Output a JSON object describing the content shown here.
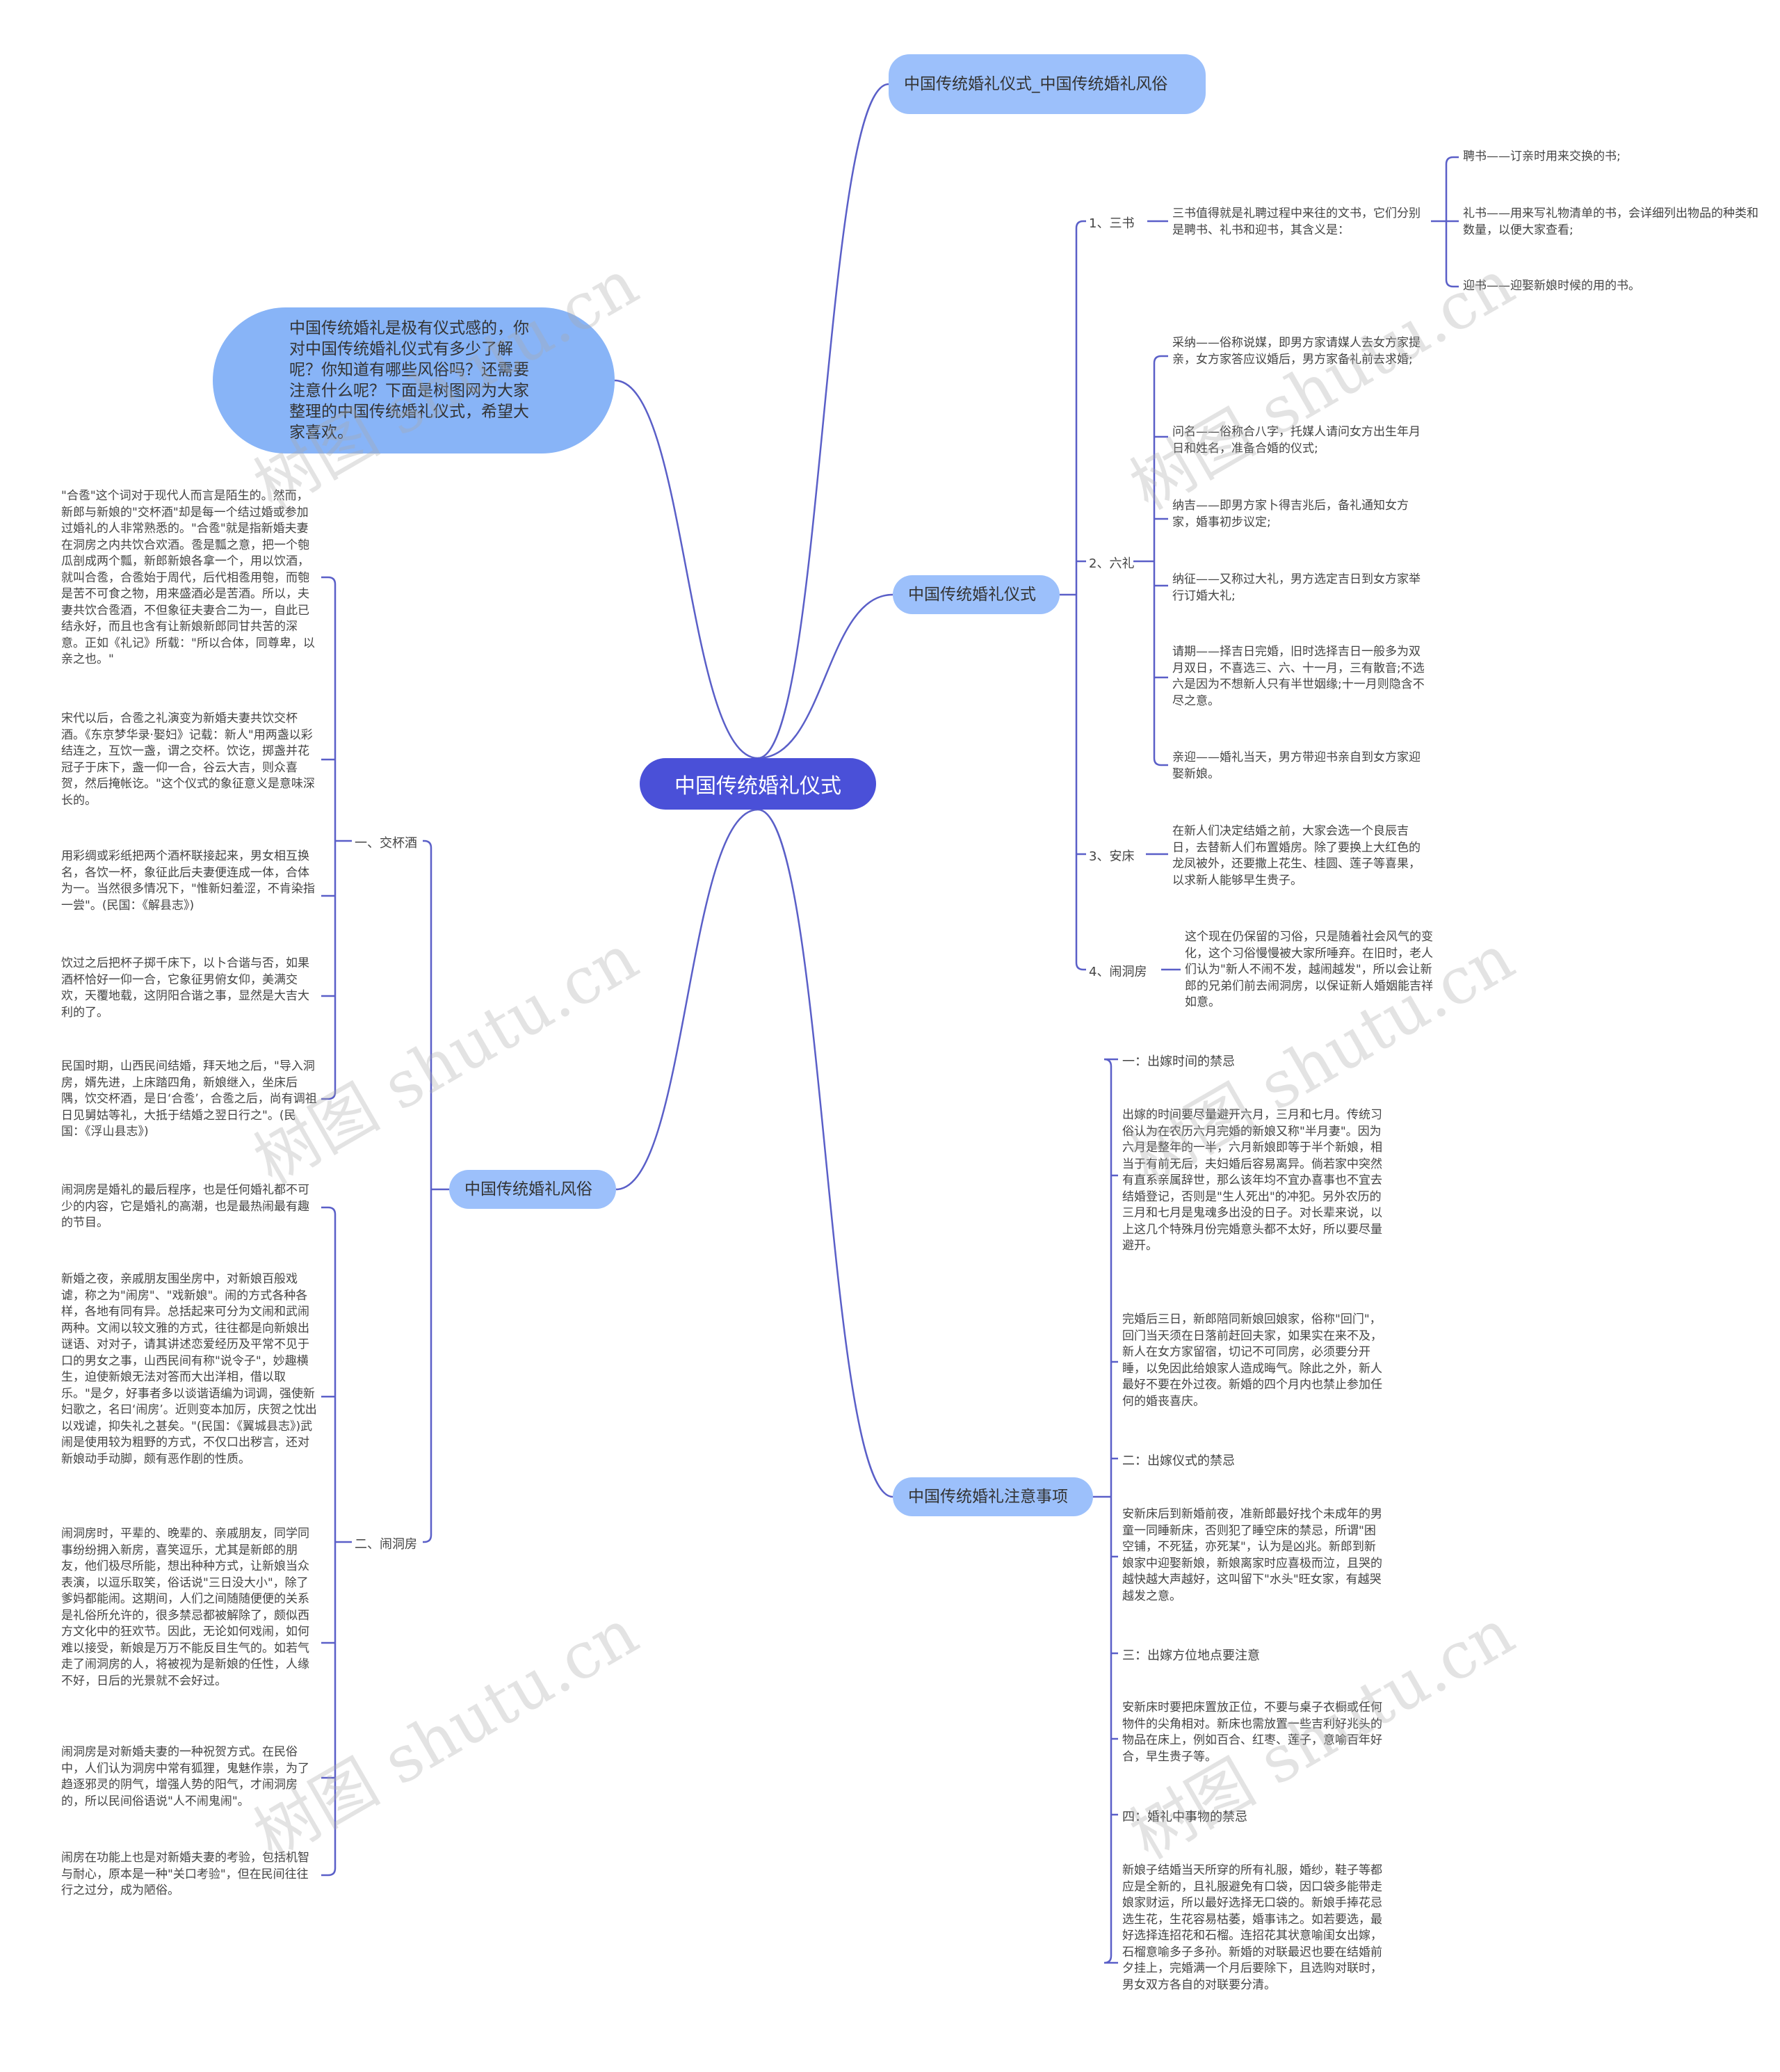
{
  "root": "中国传统婚礼仪式",
  "intro": "中国传统婚礼是极有仪式感的，你对中国传统婚礼仪式有多少了解呢？你知道有哪些风俗吗？还需要注意什么呢？下面是树图网为大家整理的中国传统婚礼仪式，希望大家喜欢。",
  "branches": {
    "top": "中国传统婚礼仪式_中国传统婚礼风俗",
    "ceremony": "中国传统婚礼仪式",
    "customs": "中国传统婚礼风俗",
    "notes": "中国传统婚礼注意事项"
  },
  "ceremony": {
    "sanshu": {
      "label": "1、三书",
      "desc": "三书值得就是礼聘过程中来往的文书，它们分别是聘书、礼书和迎书，其含义是：",
      "items": [
        "聘书——订亲时用来交换的书;",
        "礼书——用来写礼物清单的书，会详细列出物品的种类和数量，以便大家查看;",
        "迎书——迎娶新娘时候的用的书。"
      ]
    },
    "liuli": {
      "label": "2、六礼",
      "items": [
        "采纳——俗称说媒，即男方家请媒人去女方家提亲，女方家答应议婚后，男方家备礼前去求婚;",
        "问名——俗称合八字，托媒人请问女方出生年月日和姓名，准备合婚的仪式;",
        "纳吉——即男方家卜得吉兆后，备礼通知女方家，婚事初步议定;",
        "纳征——又称过大礼，男方选定吉日到女方家举行订婚大礼;",
        "请期——择吉日完婚，旧时选择吉日一般多为双月双日，不喜选三、六、十一月，三有散音;不选六是因为不想新人只有半世姻缘;十一月则隐含不尽之意。",
        "亲迎——婚礼当天，男方带迎书亲自到女方家迎娶新娘。"
      ]
    },
    "anchuang": {
      "label": "3、安床",
      "desc": "在新人们决定结婚之前，大家会选一个良辰吉日，去替新人们布置婚房。除了要换上大红色的龙凤被外，还要撒上花生、桂圆、莲子等喜果，以求新人能够早生贵子。"
    },
    "naodongfang": {
      "label": "4、闹洞房",
      "desc": "这个现在仍保留的习俗，只是随着社会风气的变化，这个习俗慢慢被大家所唾弃。在旧时，老人们认为\"新人不闹不发，越闹越发\"，所以会让新郎的兄弟们前去闹洞房，以保证新人婚姻能吉祥如意。"
    }
  },
  "customs": {
    "jiaobei": {
      "label": "一、交杯酒",
      "texts": [
        "\"合卺\"这个词对于现代人而言是陌生的。然而，新郎与新娘的\"交杯酒\"却是每一个结过婚或参加过婚礼的人非常熟悉的。\"合卺\"就是指新婚夫妻在洞房之内共饮合欢酒。卺是瓢之意，把一个匏瓜剖成两个瓢，新郎新娘各拿一个，用以饮酒，就叫合卺，合卺始于周代，后代相卺用匏，而匏是苦不可食之物，用来盛酒必是苦酒。所以，夫妻共饮合卺酒，不但象征夫妻合二为一，自此已结永好，而且也含有让新娘新郎同甘共苦的深意。正如《礼记》所载：\"所以合体，同尊卑，以亲之也。\"",
        "宋代以后，合卺之礼演变为新婚夫妻共饮交杯酒。《东京梦华录·娶妇》记载：新人\"用两盏以彩结连之，互饮一盏，谓之交杯。饮讫，掷盏并花冠子于床下，盏一仰一合，谷云大吉，则众喜贺，然后掩帐讫。\"这个仪式的象征意义是意味深长的。",
        "用彩绸或彩纸把两个酒杯联接起来，男女相互换名，各饮一杯，象征此后夫妻便连成一体，合体为一。当然很多情况下，\"惟新妇羞涩，不肯染指一尝\"。(民国：《解县志》)",
        "饮过之后把杯子掷千床下，以卜合谐与否，如果酒杯恰好一仰一合，它象征男俯女仰，美满交欢，天覆地载，这阴阳合谐之事，显然是大吉大利的了。",
        "民国时期，山西民间结婚，拜天地之后，\"导入洞房，婿先进，上床踏四角，新娘继入，坐床后隅，饮交杯酒，是日‘合卺’，合卺之后，尚有调祖日见舅姑等礼，大抵于结婚之翌日行之\"。(民国：《浮山县志》)"
      ]
    },
    "naodongfang": {
      "label": "二、闹洞房",
      "texts": [
        "闹洞房是婚礼的最后程序，也是任何婚礼都不可少的内容，它是婚礼的高潮，也是最热闹最有趣的节目。",
        "新婚之夜，亲戚朋友围坐房中，对新娘百般戏谑，称之为\"闹房\"、\"戏新娘\"。闹的方式各种各样，各地有同有异。总括起来可分为文闹和武闹两种。文闹以较文雅的方式，往往都是向新娘出谜语、对对子，请其讲述恋爱经历及平常不见于口的男女之事，山西民间有称\"说令子\"，妙趣横生，迫使新娘无法对答而大出洋相，借以取乐。\"是夕，好事者多以谈谐语编为词调，强使新妇歌之，名曰‘闹房’。近则变本加厉，庆贺之忱出以戏谑，抑失礼之甚矣。\"(民国：《翼城县志》)武闹是使用较为粗野的方式，不仅口出秽言，还对新娘动手动脚，颇有恶作剧的性质。",
        "闹洞房时，平辈的、晚辈的、亲戚朋友，同学同事纷纷拥入新房，喜笑逗乐，尤其是新郎的朋友，他们极尽所能，想出种种方式，让新娘当众表演，以逗乐取笑，俗话说\"三日没大小\"，除了爹妈都能闹。这期间，人们之间随随便便的关系是礼俗所允许的，很多禁忌都被解除了，颇似西方文化中的狂欢节。因此，无论如何戏闹，如何难以接受，新娘是万万不能反目生气的。如若气走了闹洞房的人，将被视为是新娘的任性，人缘不好，日后的光景就不会好过。",
        "闹洞房是对新婚夫妻的一种祝贺方式。在民俗中，人们认为洞房中常有狐狸，鬼魅作祟，为了趋逐邪灵的阴气，增强人势的阳气，才闹洞房的，所以民间俗语说\"人不闹鬼闹\"。",
        "闹房在功能上也是对新婚夫妻的考验，包括机智与耐心，原本是一种\"关口考验\"，但在民间往往行之过分，成为陋俗。"
      ]
    }
  },
  "notes": {
    "sections": [
      {
        "title": "一：出嫁时间的禁忌",
        "texts": [
          "出嫁的时间要尽量避开六月，三月和七月。传统习俗认为在农历六月完婚的新娘又称\"半月妻\"。因为六月是整年的一半，六月新娘即等于半个新娘，相当于有前无后，夫妇婚后容易离异。倘若家中突然有直系亲属辞世，那么该年均不宜办喜事也不宜去结婚登记，否则是\"生人死出\"的冲犯。另外农历的三月和七月是鬼魂多出没的日子。对长辈来说，以上这几个特殊月份完婚意头都不太好，所以要尽量避开。",
          "完婚后三日，新郎陪同新娘回娘家，俗称\"回门\"，回门当天须在日落前赶回夫家，如果实在来不及，新人在女方家留宿，切记不可同房，必须要分开睡，以免因此给娘家人造成晦气。除此之外，新人最好不要在外过夜。新婚的四个月内也禁止参加任何的婚丧喜庆。"
        ]
      },
      {
        "title": "二：出嫁仪式的禁忌",
        "texts": [
          "安新床后到新婚前夜，准新郎最好找个未成年的男童一同睡新床，否则犯了睡空床的禁忌，所谓\"困空铺，不死猛，亦死某\"，认为是凶兆。新郎到新娘家中迎娶新娘，新娘离家时应喜极而泣，且哭的越快越大声越好，这叫留下\"水头\"旺女家，有越哭越发之意。"
        ]
      },
      {
        "title": "三：出嫁方位地点要注意",
        "texts": [
          "安新床时要把床置放正位，不要与桌子衣橱或任何物件的尖角相对。新床也需放置一些吉利好兆头的物品在床上，例如百合、红枣、莲子，意喻百年好合，早生贵子等。"
        ]
      },
      {
        "title": "四：婚礼中事物的禁忌",
        "texts": [
          "新娘子结婚当天所穿的所有礼服，婚纱，鞋子等都应是全新的，且礼服避免有口袋，因口袋多能带走娘家财运，所以最好选择无口袋的。新娘手捧花忌选生花，生花容易枯萎，婚事讳之。如若要选，最好选择连招花和石榴。连招花其状意喻闺女出嫁，石榴意喻多子多孙。新婚的对联最迟也要在结婚前夕挂上，完婚满一个月后要除下，且选购对联时，男女双方各自的对联要分清。"
        ]
      }
    ]
  },
  "watermark": "树图 shutu.cn",
  "colors": {
    "root": "#4a50d8",
    "pill": "#9cc0fb",
    "intro": "#88b4f7",
    "line": "#5a5fc8"
  }
}
